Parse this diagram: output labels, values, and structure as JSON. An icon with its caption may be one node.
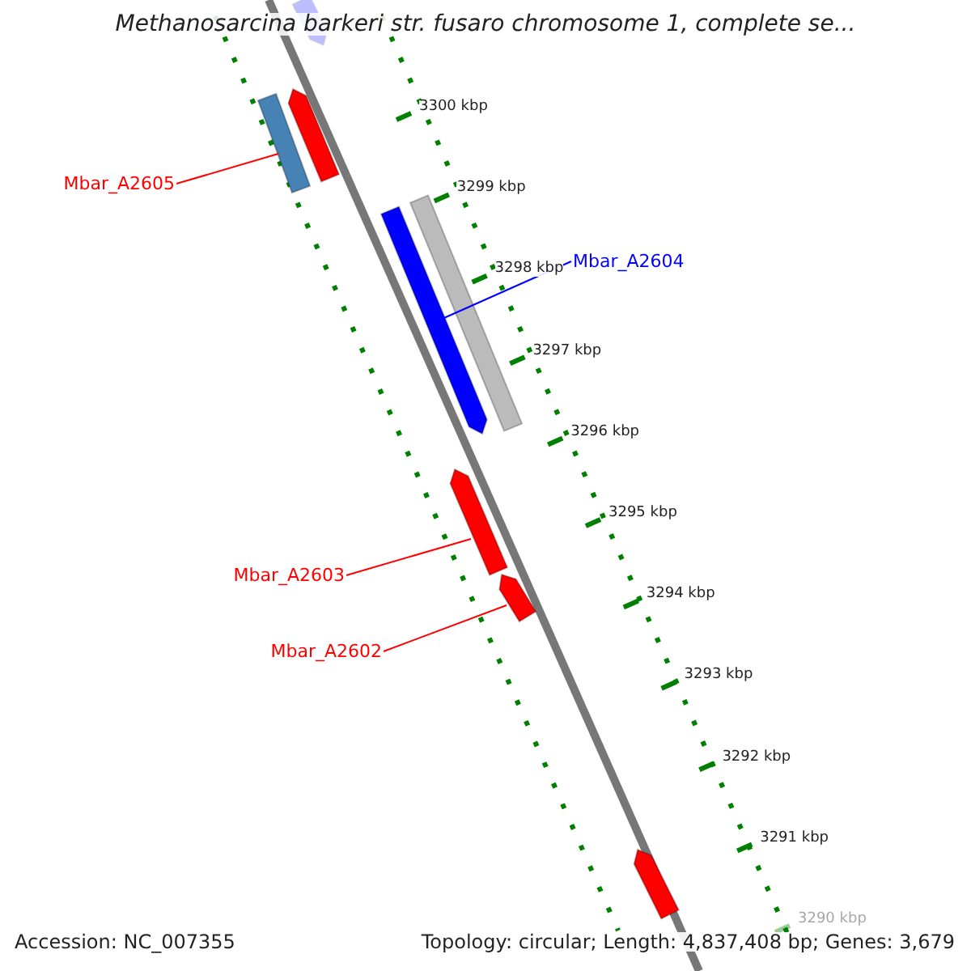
{
  "diagram": {
    "title": "Methanosarcina barkeri str. fusaro chromosome 1, complete se...",
    "nodes": [
      {
        "text": [
          "Mbar_A2605"
        ]
      },
      {
        "text": [],
        "shape": "bar"
      },
      {
        "text": [
          "Mbar_A2604"
        ]
      },
      {
        "text": [],
        "shape": "bar"
      },
      {
        "text": [
          "Mbar_A2603"
        ]
      },
      {
        "text": [],
        "shape": "bar"
      },
      {
        "text": [
          "Mbar_A2602"
        ]
      },
      {
        "text": [],
        "shape": "bar"
      }
    ],
    "edges": [
      {
        "from": 0,
        "to": 1,
        "arrow": "none",
        "color": "#ff0000"
      },
      {
        "from": 2,
        "to": 3,
        "arrow": "none",
        "color": "#0000ff"
      },
      {
        "from": 4,
        "to": 5,
        "arrow": "none",
        "color": "#ff0000"
      },
      {
        "from": 6,
        "to": 7,
        "arrow": "none",
        "color": "#ff0000"
      }
    ],
    "labels": [
      "3300 kbp",
      "3299 kbp",
      "3298 kbp",
      "3297 kbp",
      "3296 kbp",
      "3295 kbp",
      "3294 kbp",
      "3293 kbp",
      "3292 kbp",
      "3291 kbp",
      "3290 kbp",
      "Accession: NC_007355",
      "Topology: circular; Length: 4,837,408 bp; Genes: 3,679"
    ]
  }
}
